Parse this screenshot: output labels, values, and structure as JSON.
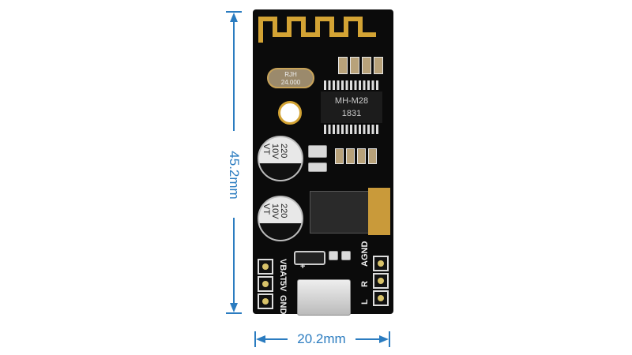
{
  "dimensions": {
    "height_label": "45.2mm",
    "width_label": "20.2mm",
    "color": "#2b7cc0"
  },
  "board": {
    "crystal_text": [
      "RJH",
      "24.000"
    ],
    "chip_text": [
      "MH-M28",
      "1831"
    ],
    "capacitor_text": "220\n10V\nVT",
    "left_header_labels": [
      "VBAT",
      "5V",
      "GND"
    ],
    "right_header_labels": [
      "AGND",
      "R",
      "L"
    ],
    "plus_mark": "+"
  }
}
